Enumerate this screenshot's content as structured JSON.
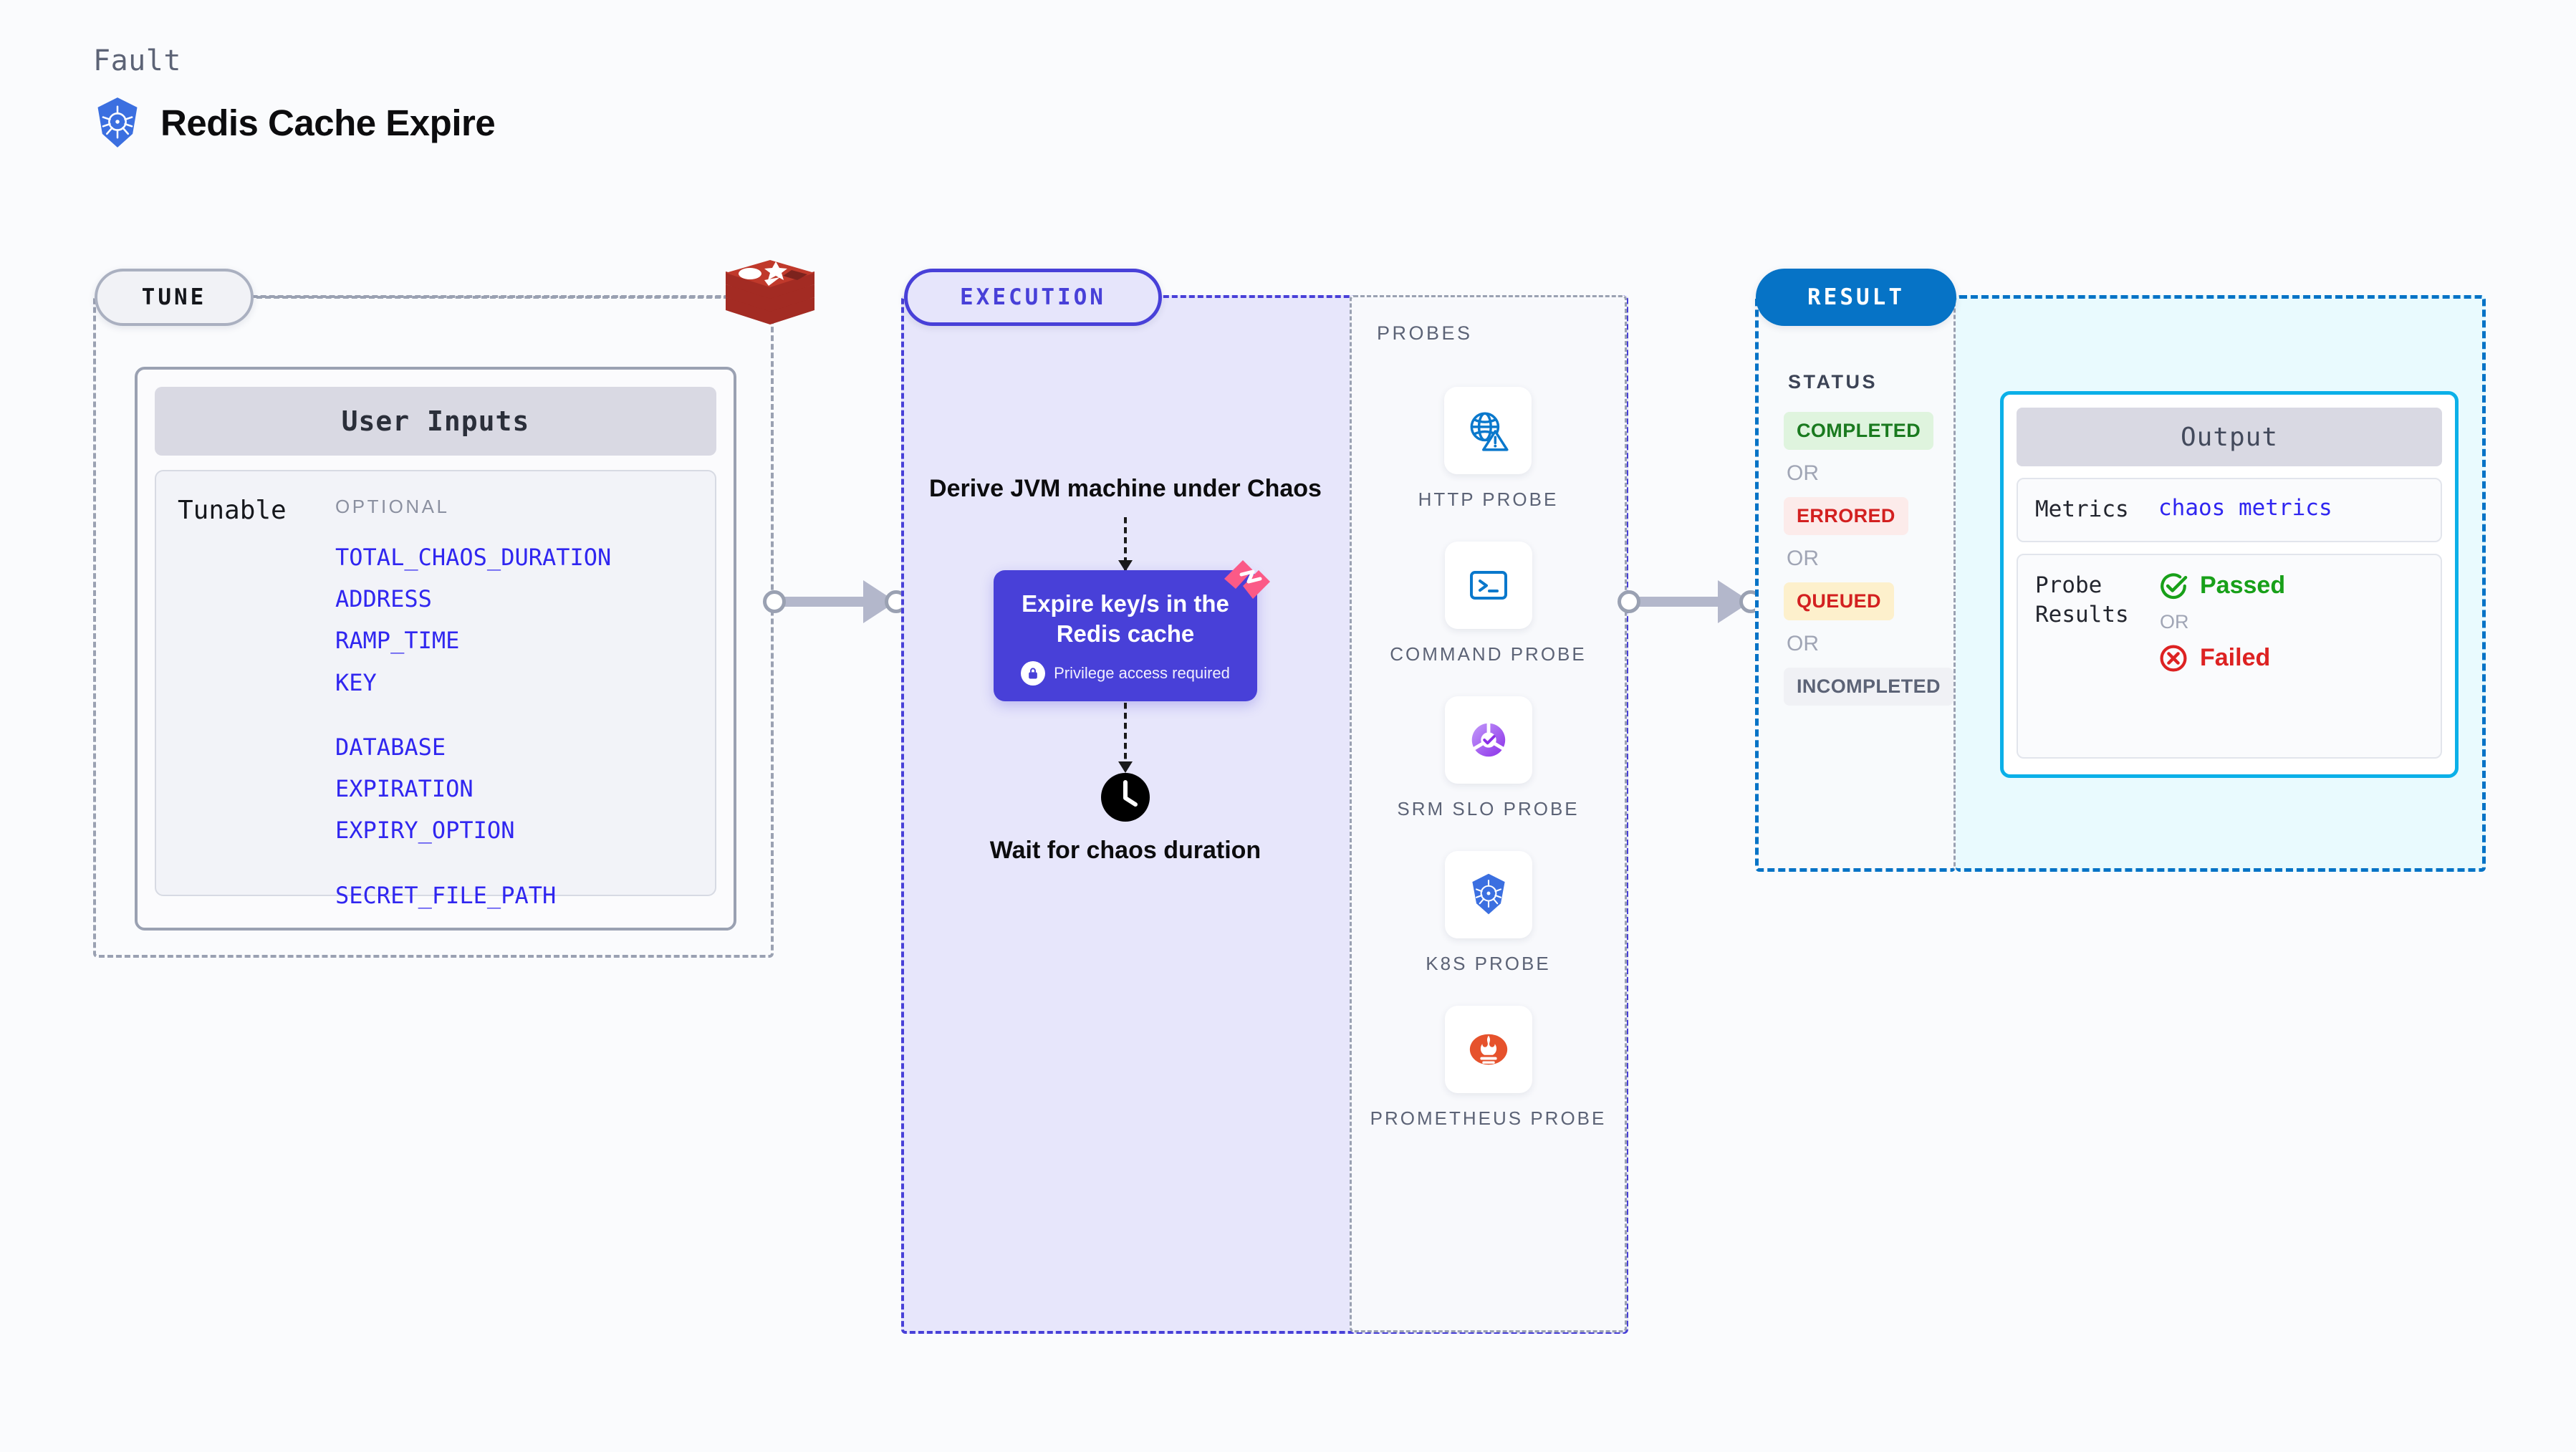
{
  "header": {
    "kicker": "Fault",
    "title": "Redis Cache Expire",
    "logo_icon": "kubernetes-icon"
  },
  "colors": {
    "page_bg": "#fafbfd",
    "tune_border": "#9aa1b2",
    "execution_accent": "#4840d8",
    "execution_bg": "#e7e6fb",
    "result_accent": "#0673c6",
    "output_accent": "#0bb0e8",
    "output_bg": "#e9fafe",
    "tunable_link": "#3026f0",
    "completed_text": "#1a7a1f",
    "completed_bg": "#dff4de",
    "errored_text": "#d32020",
    "errored_bg": "#fcebea",
    "queued_text": "#d32020",
    "queued_bg": "#fdf0cc",
    "incompleted_text": "#5c6376",
    "incompleted_bg": "#f0f1f5",
    "passed": "#18a019",
    "failed": "#dd2222",
    "redis_red": "#a32b23"
  },
  "tune": {
    "pill_label": "TUNE",
    "source_icon": "redis-icon",
    "card": {
      "header": "User Inputs",
      "row_label": "Tunable",
      "optional_header": "OPTIONAL",
      "groups": [
        {
          "items": [
            "TOTAL_CHAOS_DURATION",
            "ADDRESS",
            "RAMP_TIME",
            "KEY"
          ]
        },
        {
          "items": [
            "DATABASE",
            "EXPIRATION",
            "EXPIRY_OPTION"
          ]
        },
        {
          "items": [
            "SECRET_FILE_PATH"
          ]
        }
      ]
    }
  },
  "execution": {
    "pill_label": "EXECUTION",
    "steps": {
      "derive": "Derive JVM machine under Chaos",
      "action_title": "Expire key/s in the Redis cache",
      "privilege_note": "Privilege access required",
      "privilege_icon": "lock-icon",
      "corner_icon": "harness-flag-icon",
      "wait_icon": "clock-icon",
      "wait": "Wait for chaos duration"
    }
  },
  "probes": {
    "title": "PROBES",
    "items": [
      {
        "label": "HTTP PROBE",
        "icon": "globe-warning-icon"
      },
      {
        "label": "COMMAND PROBE",
        "icon": "terminal-icon"
      },
      {
        "label": "SRM SLO PROBE",
        "icon": "srm-slo-icon"
      },
      {
        "label": "K8S PROBE",
        "icon": "kubernetes-icon"
      },
      {
        "label": "PROMETHEUS PROBE",
        "icon": "prometheus-icon"
      }
    ]
  },
  "result": {
    "pill_label": "RESULT",
    "status_title": "STATUS",
    "or_label": "OR",
    "statuses": [
      {
        "label": "COMPLETED",
        "state": "completed"
      },
      {
        "label": "ERRORED",
        "state": "errored"
      },
      {
        "label": "QUEUED",
        "state": "queued"
      },
      {
        "label": "INCOMPLETED",
        "state": "incompleted"
      }
    ]
  },
  "output": {
    "header": "Output",
    "metrics_label": "Metrics",
    "metrics_value": "chaos metrics",
    "probe_results_label": "Probe Results",
    "or_label": "OR",
    "passed_label": "Passed",
    "passed_icon": "check-circle-icon",
    "failed_label": "Failed",
    "failed_icon": "x-circle-icon"
  }
}
